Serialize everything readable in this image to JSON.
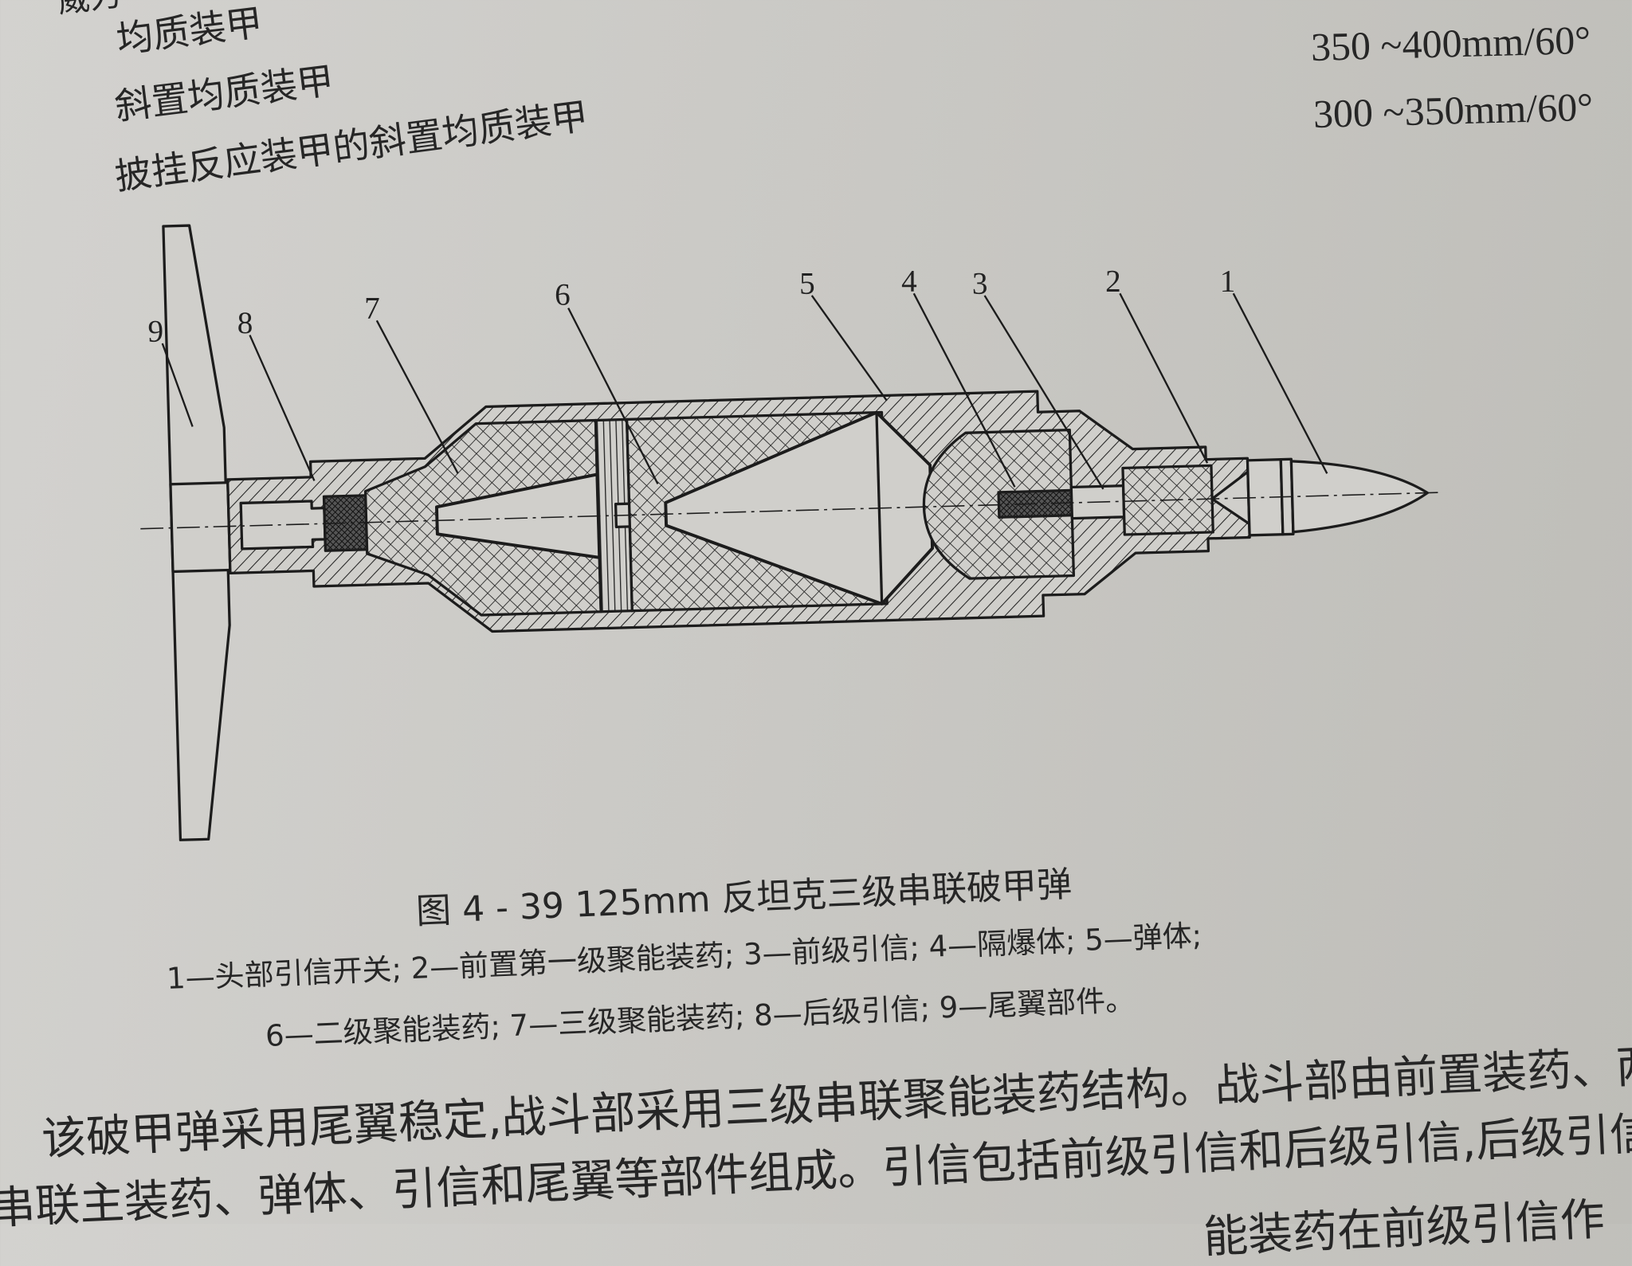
{
  "header_fragment": "威力",
  "armor_types": [
    "均质装甲",
    "斜置均质装甲",
    "披挂反应装甲的斜置均质装甲"
  ],
  "penetration_values": [
    "350 ~400mm/60°",
    "300 ~350mm/60°"
  ],
  "figure": {
    "caption": "图 4 - 39   125mm 反坦克三级串联破甲弹",
    "legend_line1": "1—头部引信开关; 2—前置第一级聚能装药; 3—前级引信; 4—隔爆体; 5—弹体;",
    "legend_line2": "6—二级聚能装药; 7—三级聚能装药; 8—后级引信; 9—尾翼部件。",
    "part_labels": [
      "1",
      "2",
      "3",
      "4",
      "5",
      "6",
      "7",
      "8",
      "9"
    ]
  },
  "body_text": [
    "该破甲弹采用尾翼稳定,战斗部采用三级串联聚能装药结构。战斗部由前置装药、两",
    "串联主装药、弹体、引信和尾翼等部件组成。引信包括前级引信和后级引信,后级引信",
    "能装药在前级引信作"
  ],
  "colors": {
    "paper": "#cac9c5",
    "ink": "#262626"
  }
}
